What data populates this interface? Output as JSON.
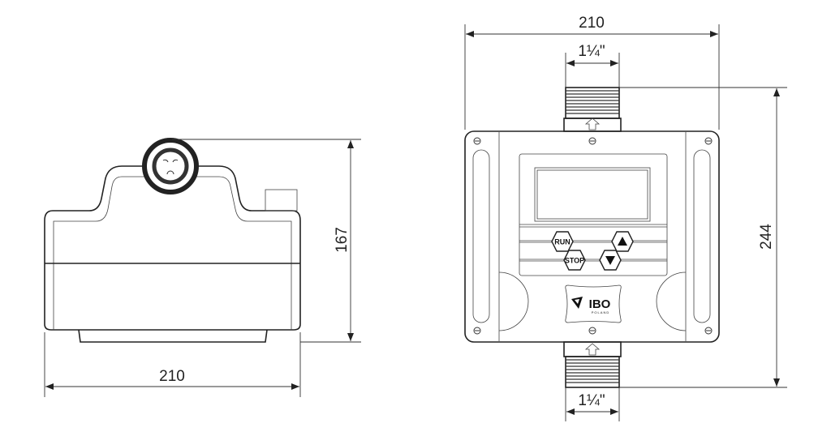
{
  "side_view": {
    "height_label": "167",
    "width_label": "210"
  },
  "front_view": {
    "width_label": "210",
    "height_label": "244",
    "inlet_label": "1¼\"",
    "outlet_label": "1¼\"",
    "buttons": {
      "run": "RUN",
      "stop": "STOP"
    },
    "logo": {
      "brand": "IBO",
      "sub": "POLAND"
    }
  },
  "colors": {
    "line": "#222222",
    "background": "#ffffff"
  }
}
